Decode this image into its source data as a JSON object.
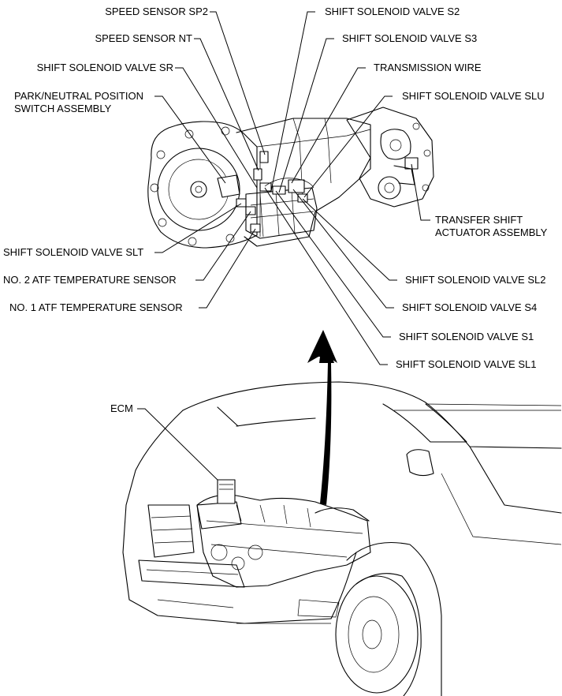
{
  "labels": {
    "speed_sensor_sp2": "SPEED SENSOR SP2",
    "shift_solenoid_valve_s2": "SHIFT SOLENOID VALVE S2",
    "speed_sensor_nt": "SPEED SENSOR NT",
    "shift_solenoid_valve_s3": "SHIFT SOLENOID VALVE S3",
    "shift_solenoid_valve_sr": "SHIFT SOLENOID VALVE SR",
    "transmission_wire": "TRANSMISSION WIRE",
    "park_neutral_switch": "PARK/NEUTRAL POSITION\nSWITCH ASSEMBLY",
    "shift_solenoid_valve_slu": "SHIFT SOLENOID VALVE SLU",
    "transfer_shift_actuator": "TRANSFER SHIFT\nACTUATOR ASSEMBLY",
    "shift_solenoid_valve_slt": "SHIFT SOLENOID VALVE SLT",
    "shift_solenoid_valve_sl2": "SHIFT SOLENOID VALVE SL2",
    "no2_atf_temp_sensor": "NO. 2 ATF TEMPERATURE SENSOR",
    "shift_solenoid_valve_s4": "SHIFT SOLENOID VALVE S4",
    "no1_atf_temp_sensor": "NO. 1 ATF TEMPERATURE SENSOR",
    "shift_solenoid_valve_s1": "SHIFT SOLENOID VALVE S1",
    "shift_solenoid_valve_sl1": "SHIFT SOLENOID VALVE SL1",
    "ecm": "ECM"
  }
}
